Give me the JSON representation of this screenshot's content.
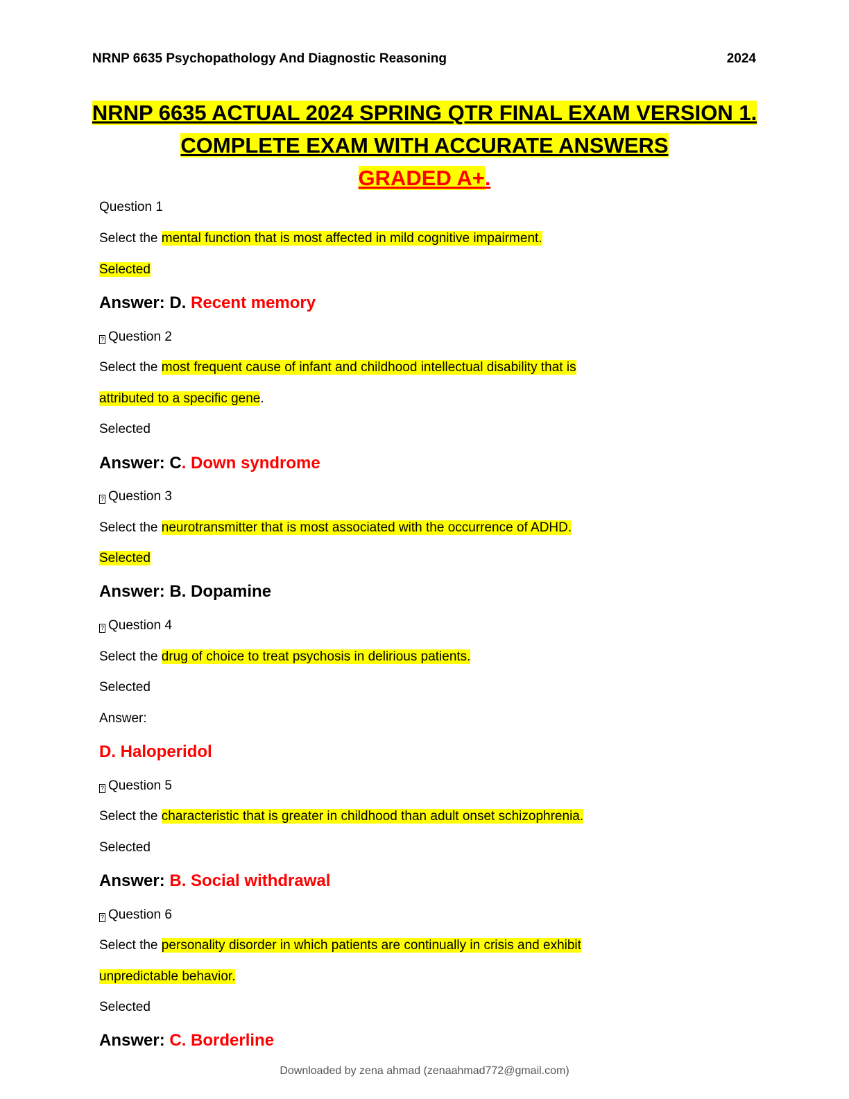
{
  "header": {
    "course": "NRNP 6635 Psychopathology And Diagnostic Reasoning",
    "year": "2024"
  },
  "title": {
    "line1": "NRNP 6635 ACTUAL 2024 SPRING QTR FINAL EXAM VERSION 1.",
    "line2": "COMPLETE EXAM WITH ACCURATE ANSWERS",
    "line3": "GRADED A+",
    "line3_dot": "."
  },
  "questions": [
    {
      "label": "Question 1",
      "prefix": "Select the ",
      "highlight1": "mental function that is most affected in mild cognitive impairment.",
      "selected": "Selected",
      "answer_label": "Answer: D. ",
      "answer_value": "Recent memory"
    },
    {
      "marker": "?",
      "label": "Question 2",
      "prefix": "Select the ",
      "highlight1": "most frequent cause of infant and childhood intellectual disability that is",
      "highlight2": "attributed to a specific gene",
      "suffix2": ".",
      "selected": "Selected",
      "answer_label": "Answer: C",
      "answer_value": ". Down syndrome"
    },
    {
      "marker": "?",
      "label": "Question 3",
      "prefix": "Select the ",
      "highlight1": "neurotransmitter that is most associated with the occurrence of ADHD.",
      "selected": "Selected",
      "answer_label": "Answer: B. Dopamine"
    },
    {
      "marker": "?",
      "label": "Question 4",
      "prefix": "Select the ",
      "highlight1": "drug of choice to treat psychosis in delirious patients.",
      "selected": "Selected",
      "answer_label": "Answer:",
      "answer_value": "D. Haloperidol"
    },
    {
      "marker": "?",
      "label": "Question 5",
      "prefix": "Select the ",
      "highlight1": "characteristic that is greater in childhood than adult onset schizophrenia.",
      "selected": "Selected",
      "answer_label": "Answer: ",
      "answer_value": "B. Social withdrawal"
    },
    {
      "marker": "?",
      "label": "Question 6",
      "prefix": "Select the ",
      "highlight1": "personality disorder in which patients are continually in crisis and exhibit",
      "highlight2": "unpredictable behavior.",
      "selected": "Selected",
      "answer_label": "Answer: ",
      "answer_value": "C. Borderline"
    }
  ],
  "footer": "Downloaded by zena ahmad (zenaahmad772@gmail.com)",
  "colors": {
    "highlight": "#ffff00",
    "answer_red": "#ff0000"
  }
}
